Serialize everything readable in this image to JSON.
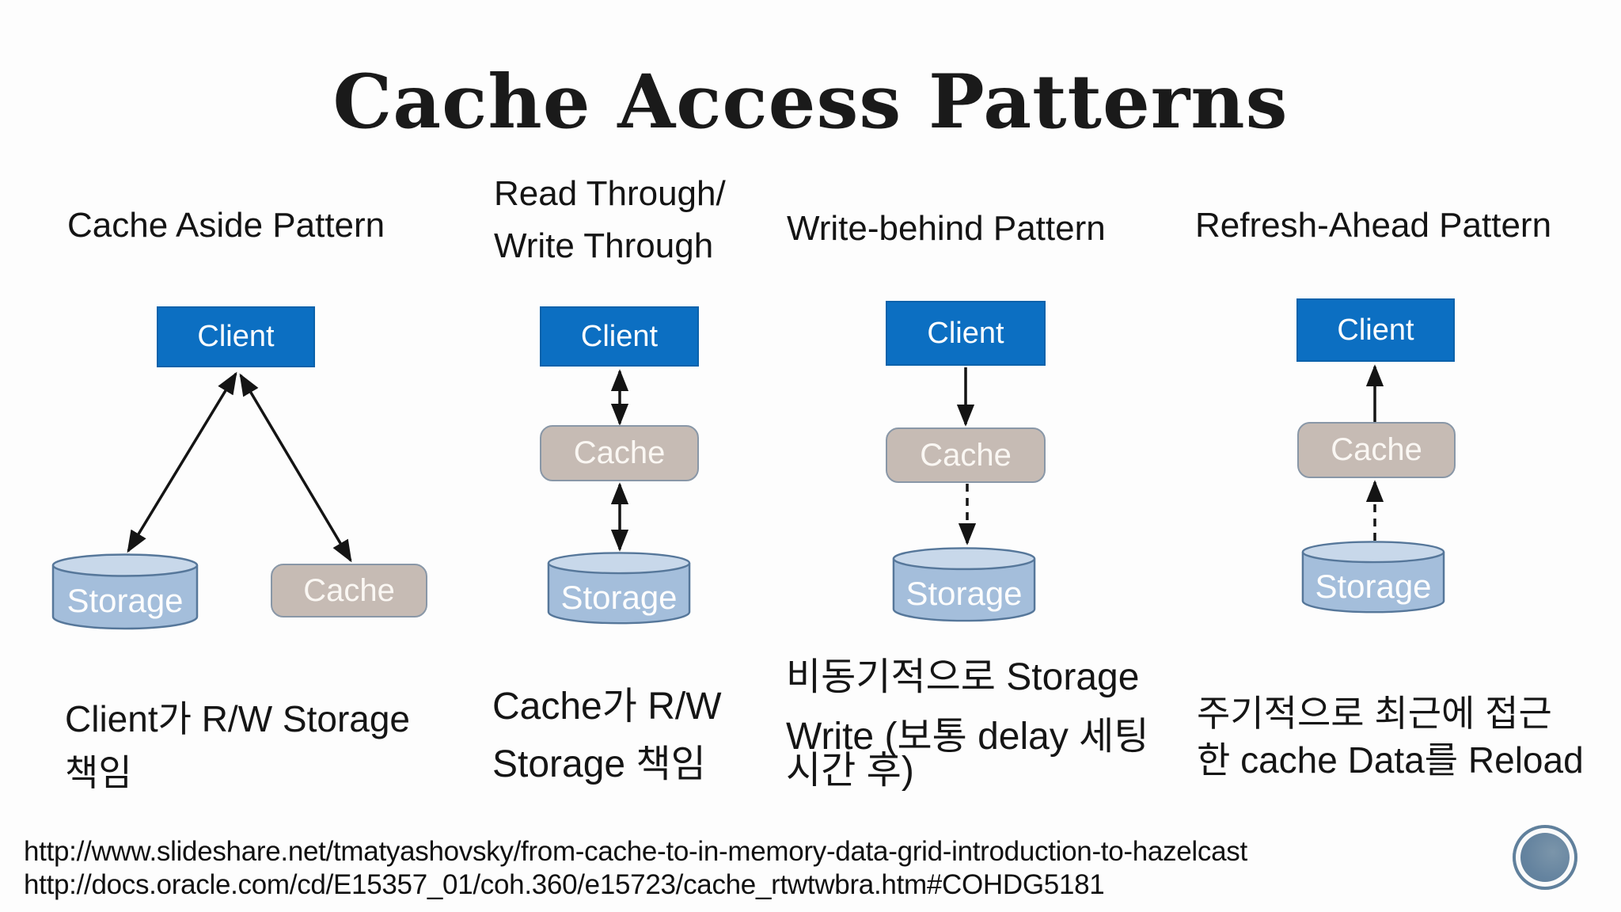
{
  "slide_title": "Cache Access Patterns",
  "patterns": [
    {
      "title_lines": [
        "Cache Aside Pattern"
      ],
      "nodes": {
        "client": "Client",
        "cache": "Cache",
        "storage": "Storage"
      },
      "description_lines": [
        "Client가 R/W Storage",
        "책임"
      ]
    },
    {
      "title_lines": [
        "Read Through/",
        "Write Through"
      ],
      "nodes": {
        "client": "Client",
        "cache": "Cache",
        "storage": "Storage"
      },
      "description_lines": [
        "Cache가 R/W",
        "Storage 책임"
      ]
    },
    {
      "title_lines": [
        "Write-behind Pattern"
      ],
      "nodes": {
        "client": "Client",
        "cache": "Cache",
        "storage": "Storage"
      },
      "description_lines": [
        "비동기적으로 Storage",
        "Write (보통 delay 세팅",
        "시간 후)"
      ]
    },
    {
      "title_lines": [
        "Refresh-Ahead Pattern"
      ],
      "nodes": {
        "client": "Client",
        "cache": "Cache",
        "storage": "Storage"
      },
      "description_lines": [
        "주기적으로 최근에 접근",
        "한 cache Data를 Reload"
      ]
    }
  ],
  "footer": {
    "links": [
      "http://www.slideshare.net/tmatyashovsky/from-cache-to-in-memory-data-grid-introduction-to-hazelcast",
      "http://docs.oracle.com/cd/E15357_01/coh.360/e15723/cache_rtwtwbra.htm#COHDG5181"
    ]
  },
  "colors": {
    "client_fill": "#0c6fc2",
    "client_border": "#0a62ab",
    "cache_fill": "#c6bbb4",
    "cache_border": "#8997a7",
    "storage_body_fill": "#a4bedb",
    "storage_top_fill": "#c8d8ea",
    "storage_border": "#56779a",
    "arrow": "#141414",
    "text": "#151515",
    "logo_blue": "#60809c"
  }
}
